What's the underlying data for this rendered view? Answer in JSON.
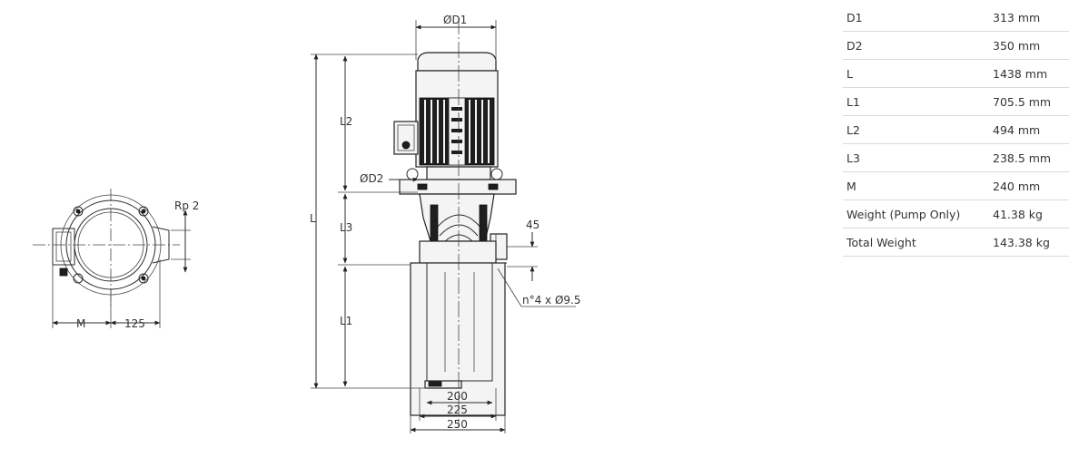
{
  "drawing": {
    "labels": {
      "d1": "ØD1",
      "d2": "ØD2",
      "l": "L",
      "l1": "L1",
      "l2": "L2",
      "l3": "L3",
      "rp": "Rp 2",
      "m": "M",
      "w125": "125",
      "h45": "45",
      "holes": "n°4 x Ø9.5",
      "w200": "200",
      "w225": "225",
      "w250": "250"
    }
  },
  "specs": [
    {
      "label": "D1",
      "value": "313 mm"
    },
    {
      "label": "D2",
      "value": "350 mm"
    },
    {
      "label": "L",
      "value": "1438 mm"
    },
    {
      "label": "L1",
      "value": "705.5 mm"
    },
    {
      "label": "L2",
      "value": "494 mm"
    },
    {
      "label": "L3",
      "value": "238.5 mm"
    },
    {
      "label": "M",
      "value": "240 mm"
    },
    {
      "label": "Weight (Pump Only)",
      "value": "41.38 kg"
    },
    {
      "label": "Total Weight",
      "value": "143.38 kg"
    }
  ]
}
